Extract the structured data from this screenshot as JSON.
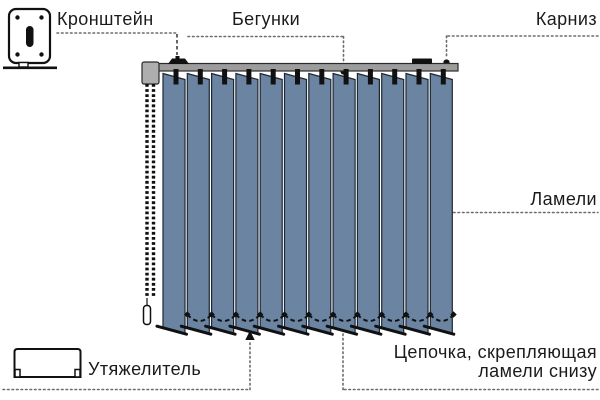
{
  "diagram": {
    "title_none": "",
    "labels": {
      "bracket": "Кронштейн",
      "runners": "Бегунки",
      "cornice": "Карниз",
      "slats": "Ламели",
      "weight": "Утяжелитель",
      "bottom_chain_line1": "Цепочка, скрепляющая",
      "bottom_chain_line2": "ламели снизу"
    },
    "slat_count": 12,
    "bottom_chain_link_count": 12,
    "colors": {
      "background": "#ffffff",
      "slat_fill": "#6b84a2",
      "slat_border": "#1d2733",
      "rail_fill": "#9c9c9c",
      "rail_border": "#2b2b2b",
      "endcap_fill": "#aeaeae",
      "ink": "#111111",
      "leader": "#6b6b6b",
      "text": "#1b1b1b"
    }
  }
}
